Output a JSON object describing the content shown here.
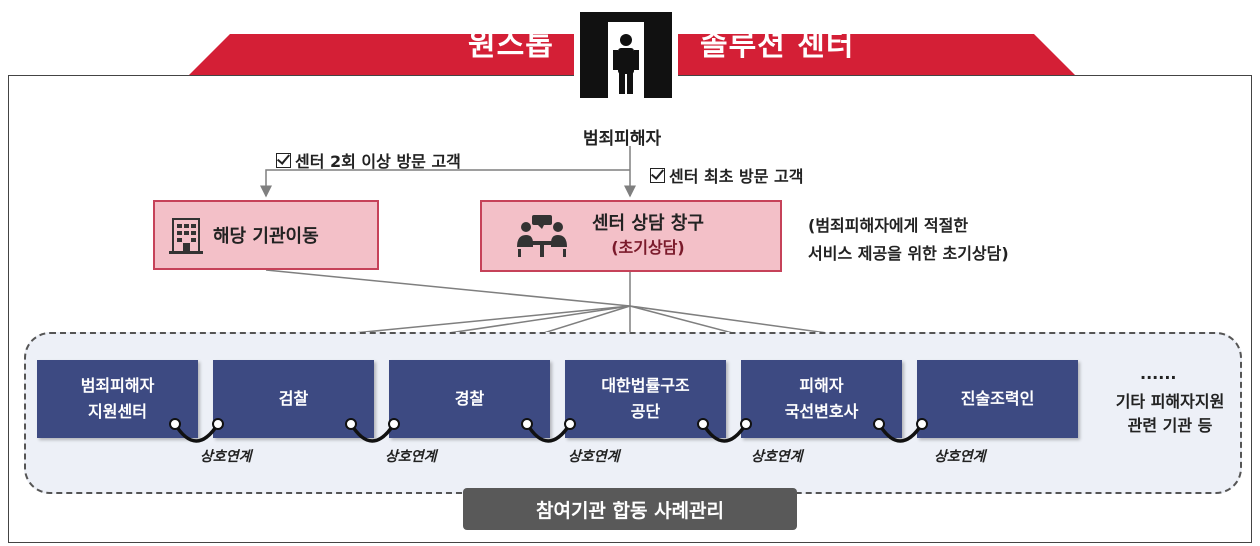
{
  "banner": {
    "left_text": "원스톱",
    "right_text": "솔루션 센터",
    "color": "#d41f36"
  },
  "victim_label": "범죄피해자",
  "paths": {
    "repeat_visit": "센터 2회 이상 방문 고객",
    "first_visit": "센터 최초 방문 고객"
  },
  "boxes": {
    "transfer": {
      "label": "해당 기관이동",
      "icon": "building-icon"
    },
    "counsel": {
      "title": "센터 상담 창구",
      "subtitle": "(초기상담)",
      "icon": "consultation-icon"
    }
  },
  "note": {
    "line1": "(범죄피해자에게 적절한",
    "line2": "서비스 제공을 위한 초기상담)"
  },
  "agencies": [
    {
      "line1": "범죄피해자",
      "line2": "지원센터"
    },
    {
      "line1": "검찰",
      "line2": ""
    },
    {
      "line1": "경찰",
      "line2": ""
    },
    {
      "line1": "대한법률구조",
      "line2": "공단"
    },
    {
      "line1": "피해자",
      "line2": "국선변호사"
    },
    {
      "line1": "진술조력인",
      "line2": ""
    }
  ],
  "link_label": "상호연계",
  "links": [
    "상호연계",
    "상호연계",
    "상호연계",
    "상호연계",
    "상호연계"
  ],
  "other": {
    "dots": "......",
    "line1": "기타 피해자지원",
    "line2": "관련 기관 등"
  },
  "footer_label": "참여기관 합동 사례관리",
  "colors": {
    "agency_fill": "#3d4a82",
    "pink_fill": "#f3c0c8",
    "pink_border": "#c64259",
    "area_fill": "#edf0f7",
    "footer_fill": "#595959"
  }
}
